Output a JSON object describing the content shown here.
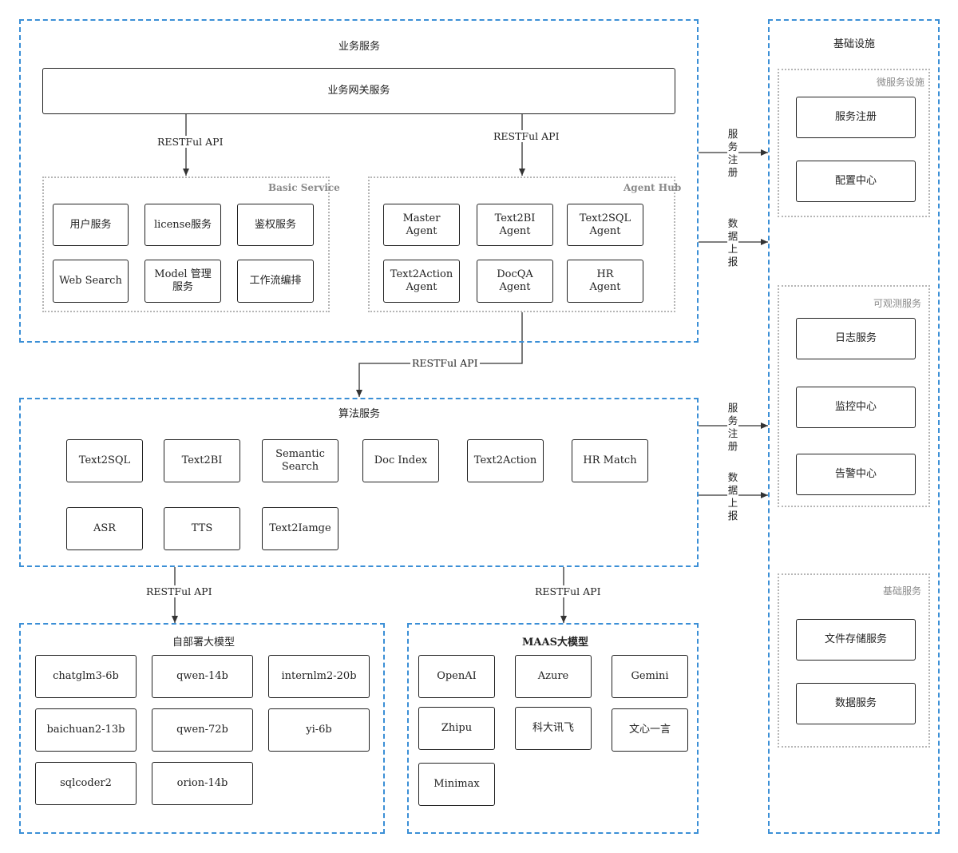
{
  "business": {
    "title": "业务服务",
    "gateway": "业务网关服务",
    "basic_service": {
      "title": "Basic Service",
      "items": [
        "用户服务",
        "license服务",
        "鉴权服务",
        "Web Search",
        "Model 管理\n服务",
        "工作流编排"
      ]
    },
    "agent_hub": {
      "title": "Agent Hub",
      "items": [
        "Master\nAgent",
        "Text2BI\nAgent",
        "Text2SQL\nAgent",
        "Text2Action\nAgent",
        "DocQA\nAgent",
        "HR\nAgent"
      ]
    }
  },
  "algorithm": {
    "title": "算法服务",
    "items": [
      "Text2SQL",
      "Text2BI",
      "Semantic\nSearch",
      "Doc Index",
      "Text2Action",
      "HR Match",
      "ASR",
      "TTS",
      "Text2Iamge"
    ]
  },
  "self_deployed": {
    "title": "自部署大模型",
    "items": [
      "chatglm3-6b",
      "qwen-14b",
      "internlm2-20b",
      "baichuan2-13b",
      "qwen-72b",
      "yi-6b",
      "sqlcoder2",
      "orion-14b"
    ]
  },
  "maas": {
    "title": "MAAS大模型",
    "items": [
      "OpenAI",
      "Azure",
      "Gemini",
      "Zhipu",
      "科大讯飞",
      "文心一言",
      "Minimax"
    ]
  },
  "infrastructure": {
    "title": "基础设施",
    "microservice": {
      "title": "微服务设施",
      "items": [
        "服务注册",
        "配置中心"
      ]
    },
    "observability": {
      "title": "可观测服务",
      "items": [
        "日志服务",
        "监控中心",
        "告警中心"
      ]
    },
    "base": {
      "title": "基础服务",
      "items": [
        "文件存储服务",
        "数据服务"
      ]
    }
  },
  "connectors": {
    "restful_api": "RESTFul API",
    "service_register": "服\n务\n注\n册",
    "data_report": "数\n据\n上\n报"
  }
}
